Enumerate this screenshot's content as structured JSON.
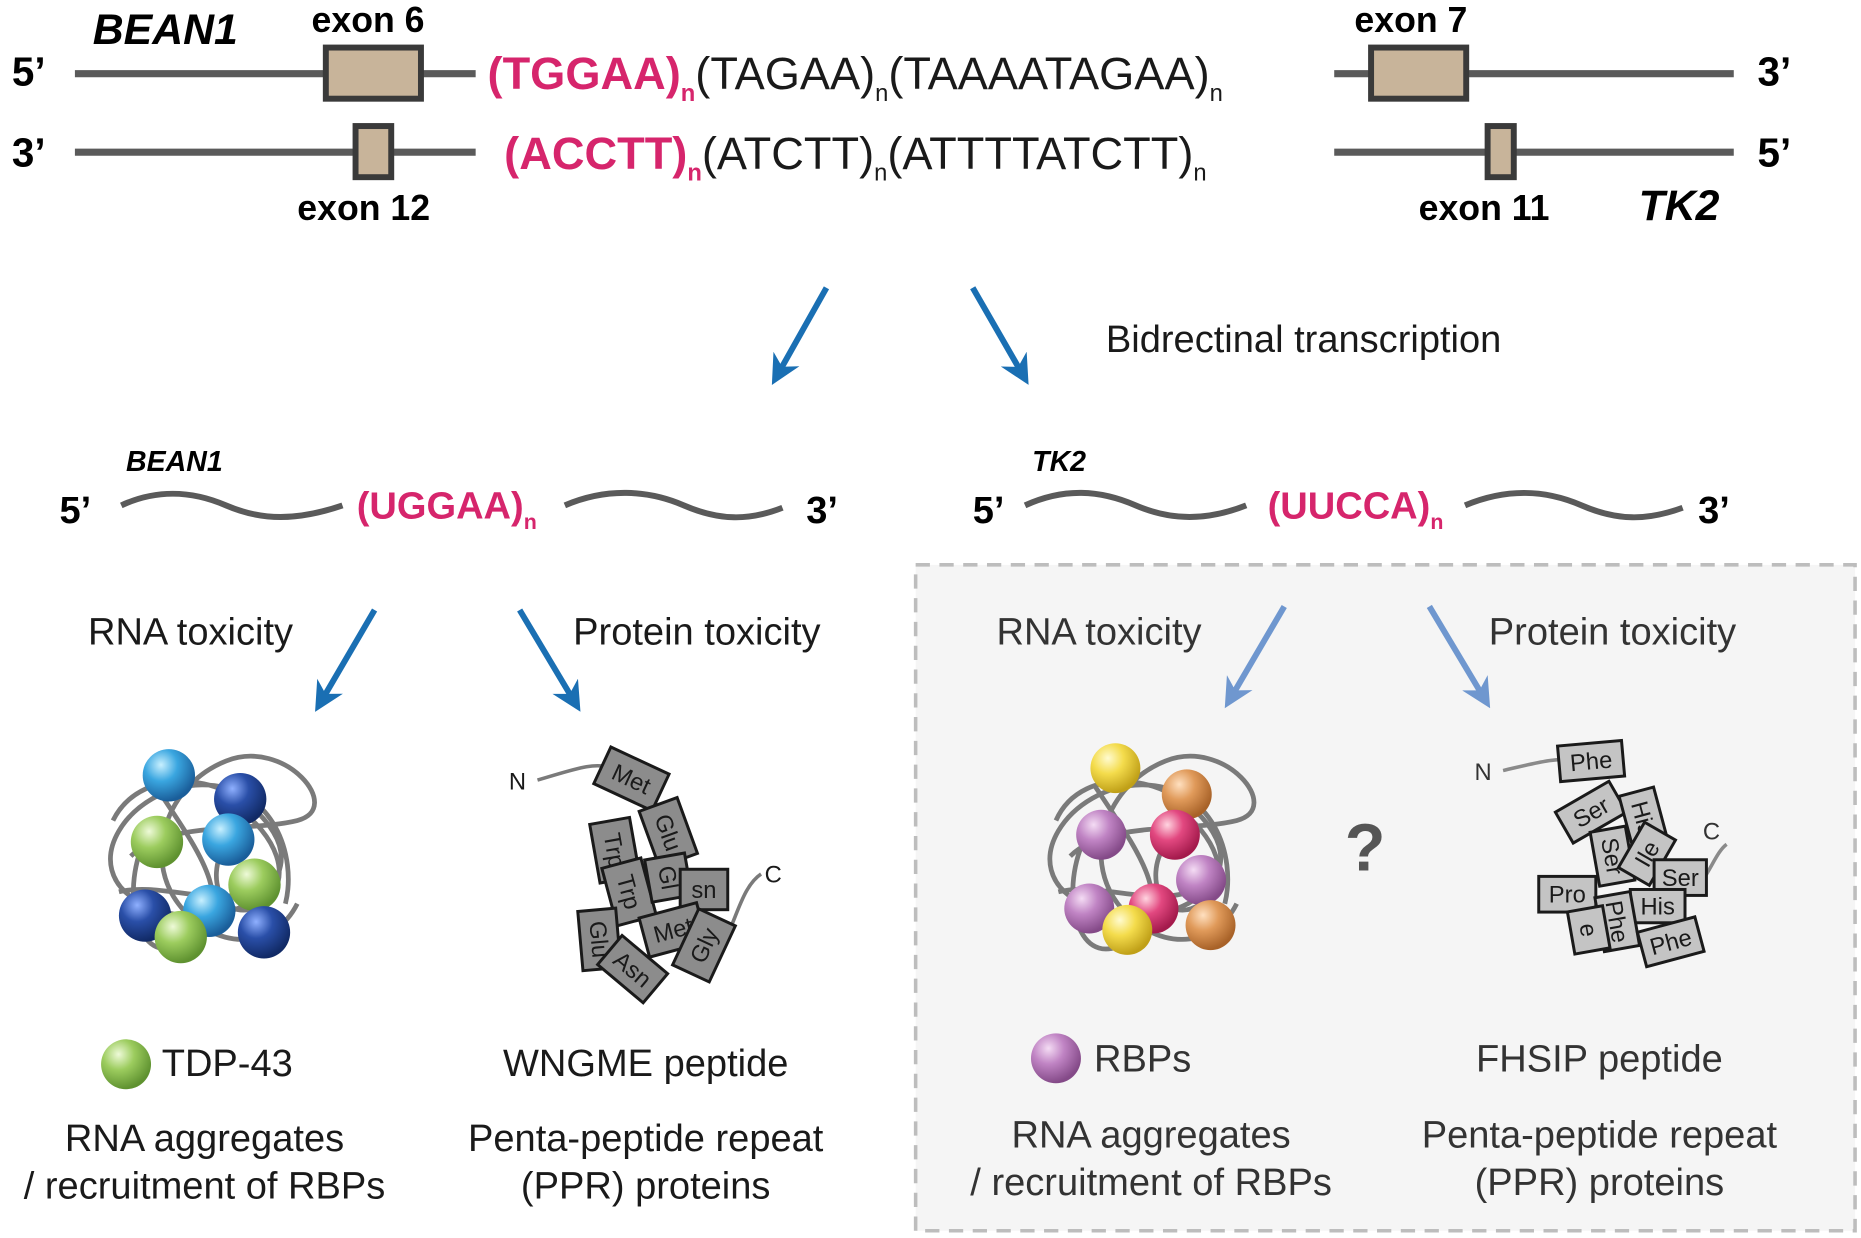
{
  "colors": {
    "line": "#5a5a5a",
    "exon_fill": "#c8b49a",
    "exon_stroke": "#3a3a3a",
    "repeat_magenta": "#d6256c",
    "arrow_dark": "#1a6fb3",
    "arrow_light": "#6f97cf",
    "panel_bg": "#f5f5f5",
    "panel_border": "#bdbdbd",
    "peptide_box": "#8c8c8c",
    "peptide_box_light": "#c4c4c4",
    "tdp43": "#9ccc5e",
    "rbp": "#c084c4"
  },
  "dna": {
    "top_strand": {
      "left_end": "5’",
      "right_end": "3’",
      "gene": "BEAN1",
      "exon_left": "exon 6",
      "exon_right": "exon 7",
      "repeat_pathogenic": "(TGGAA)",
      "repeat_2": "(TAGAA)",
      "repeat_3": "(TAAAATAGAA)",
      "subscript": "n"
    },
    "bottom_strand": {
      "left_end": "3’",
      "right_end": "5’",
      "gene": "TK2",
      "exon_left": "exon 12",
      "exon_right": "exon 11",
      "repeat_pathogenic": "(ACCTT)",
      "repeat_2": "(ATCTT)",
      "repeat_3": "(ATTTTATCTT)",
      "subscript": "n"
    }
  },
  "transcription_label": "Bidrectinal transcription",
  "left_branch": {
    "gene": "BEAN1",
    "end_5": "5’",
    "end_3": "3’",
    "repeat": "(UGGAA)",
    "subscript": "n",
    "rna_label": "RNA toxicity",
    "protein_label": "Protein toxicity",
    "terminus_n": "N",
    "terminus_c": "C",
    "peptide_boxes": [
      "Met",
      "Glu",
      "Trp",
      "Trp",
      "Gl",
      "sn",
      "Met",
      "Glu",
      "Asn",
      "Gly"
    ],
    "legend_label": "TDP-43",
    "peptide_name": "WNGME peptide",
    "caption_rna_line1": "RNA aggregates",
    "caption_rna_line2": "/ recruitment of RBPs",
    "caption_protein_line1": "Penta-peptide repeat",
    "caption_protein_line2": "(PPR) proteins"
  },
  "right_branch": {
    "gene": "TK2",
    "end_5": "5’",
    "end_3": "3’",
    "repeat": "(UUCCA)",
    "subscript": "n",
    "rna_label": "RNA toxicity",
    "protein_label": "Protein toxicity",
    "question_mark": "?",
    "terminus_n": "N",
    "terminus_c": "C",
    "peptide_boxes": [
      "Phe",
      "Ser",
      "His",
      "Ser",
      "Ile",
      "Ser",
      "Pro",
      "His",
      "Phe",
      "e",
      "Phe"
    ],
    "legend_label": "RBPs",
    "peptide_name": "FHSIP peptide",
    "caption_rna_line1": "RNA aggregates",
    "caption_rna_line2": "/ recruitment of RBPs",
    "caption_protein_line1": "Penta-peptide repeat",
    "caption_protein_line2": "(PPR) proteins"
  }
}
